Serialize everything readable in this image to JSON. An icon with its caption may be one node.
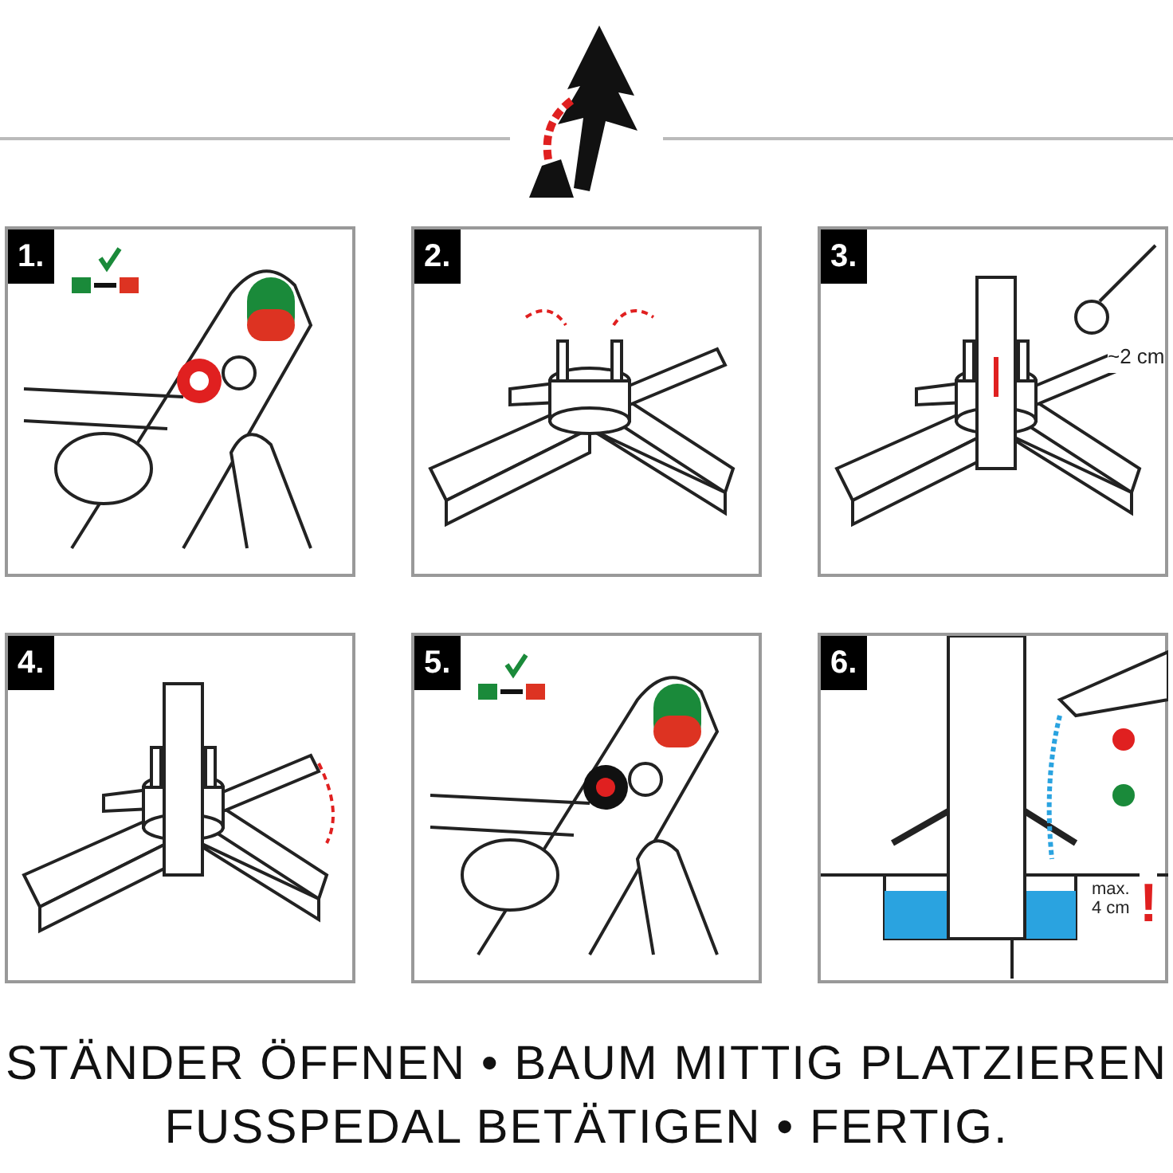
{
  "diagram": {
    "caption": "STÄNDER ÖFFNEN • BAUM MITTIG PLATZIEREN FUSSPEDAL BETÄTIGEN • FERTIG.",
    "nodes": [
      {
        "text": [
          "1."
        ]
      },
      {
        "text": [
          "2."
        ]
      },
      {
        "text": [
          "3."
        ]
      },
      {
        "text": [
          "4."
        ]
      },
      {
        "text": [
          "5."
        ]
      },
      {
        "text": [
          "6."
        ]
      }
    ],
    "labels": [
      "~2 cm",
      "max. 4 cm",
      "!"
    ]
  }
}
